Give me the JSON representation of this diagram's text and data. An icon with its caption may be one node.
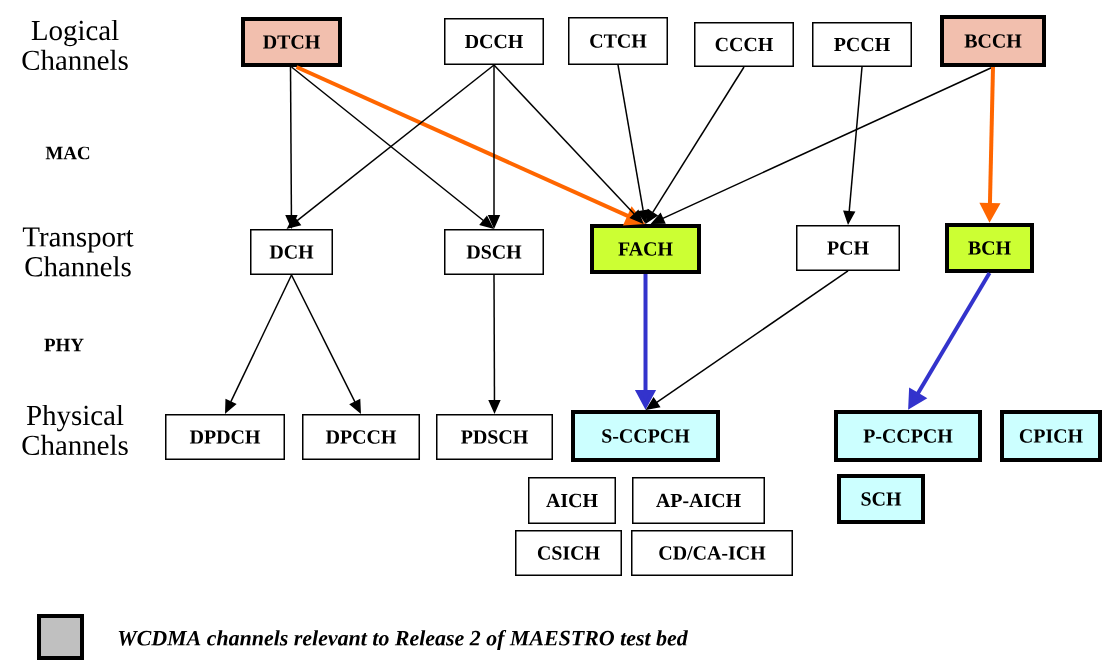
{
  "diagram": {
    "nodes": [
      {
        "text": [
          "DTCH"
        ]
      },
      {
        "text": [
          "DCCH"
        ]
      },
      {
        "text": [
          "CTCH"
        ]
      },
      {
        "text": [
          "CCCH"
        ]
      },
      {
        "text": [
          "PCCH"
        ]
      },
      {
        "text": [
          "BCCH"
        ]
      },
      {
        "text": [
          "DCH"
        ]
      },
      {
        "text": [
          "DSCH"
        ]
      },
      {
        "text": [
          "FACH"
        ]
      },
      {
        "text": [
          "PCH"
        ]
      },
      {
        "text": [
          "BCH"
        ]
      },
      {
        "text": [
          "DPDCH"
        ]
      },
      {
        "text": [
          "DPCCH"
        ]
      },
      {
        "text": [
          "PDSCH"
        ]
      },
      {
        "text": [
          "S-CCPCH"
        ]
      },
      {
        "text": [
          "P-CCPCH"
        ]
      },
      {
        "text": [
          "CPICH"
        ]
      },
      {
        "text": [
          "AICH"
        ]
      },
      {
        "text": [
          "AP-AICH"
        ]
      },
      {
        "text": [
          "CSICH"
        ]
      },
      {
        "text": [
          "CD/CA-ICH"
        ]
      },
      {
        "text": [
          "SCH"
        ]
      }
    ],
    "edges": [
      {
        "from": 0,
        "to": 6,
        "arrow": "to"
      },
      {
        "from": 0,
        "to": 7,
        "arrow": "to"
      },
      {
        "from": 0,
        "to": 8,
        "arrow": "to",
        "style": "thick",
        "color": "#ff6600"
      },
      {
        "from": 1,
        "to": 6,
        "arrow": "to"
      },
      {
        "from": 1,
        "to": 7,
        "arrow": "to"
      },
      {
        "from": 1,
        "to": 8,
        "arrow": "to"
      },
      {
        "from": 2,
        "to": 8,
        "arrow": "to"
      },
      {
        "from": 3,
        "to": 8,
        "arrow": "to"
      },
      {
        "from": 5,
        "to": 8,
        "arrow": "to"
      },
      {
        "from": 4,
        "to": 9,
        "arrow": "to"
      },
      {
        "from": 5,
        "to": 10,
        "arrow": "to",
        "style": "thick",
        "color": "#ff6600"
      },
      {
        "from": 6,
        "to": 11,
        "arrow": "to"
      },
      {
        "from": 6,
        "to": 12,
        "arrow": "to"
      },
      {
        "from": 7,
        "to": 13,
        "arrow": "to"
      },
      {
        "from": 8,
        "to": 14,
        "arrow": "to",
        "style": "thick",
        "color": "#3333cc"
      },
      {
        "from": 9,
        "to": 14,
        "arrow": "to"
      },
      {
        "from": 10,
        "to": 15,
        "arrow": "to",
        "style": "thick",
        "color": "#3333cc"
      }
    ],
    "labels": [
      "Logical Channels",
      "MAC",
      "Transport Channels",
      "PHY",
      "Physical Channels"
    ],
    "legend": [
      {
        "text": "WCDMA channels relevant to Release 2 of MAESTRO test bed",
        "color": "#c0c0c0"
      }
    ]
  }
}
